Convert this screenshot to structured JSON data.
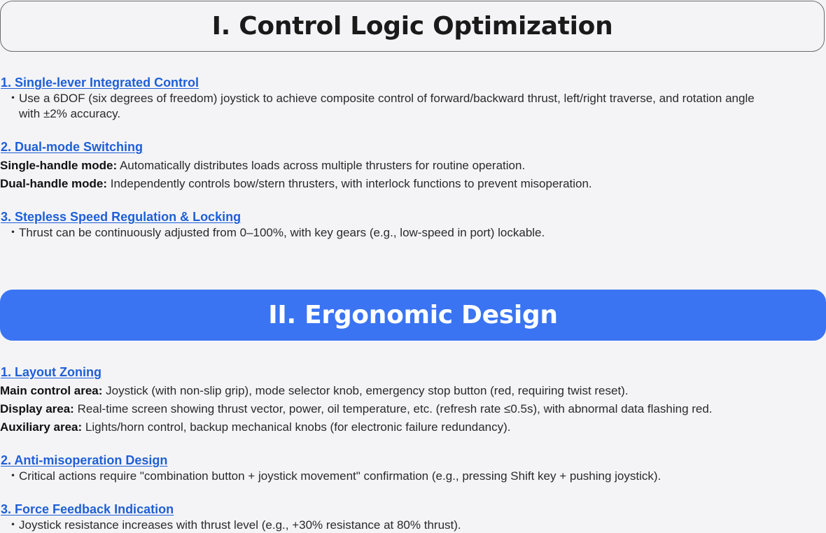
{
  "section1": {
    "title": "I. Control Logic Optimization",
    "items": [
      {
        "heading": "1. Single-lever Integrated Control",
        "bullet": "・",
        "text": "Use a 6DOF (six degrees of freedom) joystick to achieve composite control of forward/backward thrust, left/right traverse, and rotation angle with ±2% accuracy."
      },
      {
        "heading": "2. Dual-mode Switching",
        "lines": [
          {
            "label": "Single-handle mode:",
            "text": " Automatically distributes loads across multiple thrusters for routine operation."
          },
          {
            "label": "Dual-handle mode:",
            "text": " Independently controls bow/stern thrusters, with interlock functions to prevent misoperation."
          }
        ]
      },
      {
        "heading": "3. Stepless Speed Regulation & Locking",
        "bullet": "・",
        "text": "Thrust can be continuously adjusted from 0–100%, with key gears (e.g., low-speed in port) lockable."
      }
    ]
  },
  "section2": {
    "title": "II. Ergonomic Design",
    "items": [
      {
        "heading": "1. Layout Zoning",
        "lines": [
          {
            "label": "Main control area:",
            "text": " Joystick (with non-slip grip), mode selector knob, emergency stop button (red, requiring twist reset)."
          },
          {
            "label": "Display area:",
            "text": " Real-time screen showing thrust vector, power, oil temperature, etc. (refresh rate ≤0.5s), with abnormal data flashing red."
          },
          {
            "label": "Auxiliary area:",
            "text": " Lights/horn control, backup mechanical knobs (for electronic failure redundancy)."
          }
        ]
      },
      {
        "heading": "2. Anti-misoperation Design",
        "bullet": "・",
        "text": "Critical actions require \"combination button + joystick movement\" confirmation (e.g., pressing Shift key + pushing joystick)."
      },
      {
        "heading": "3. Force Feedback Indication",
        "bullet": "・",
        "text": "Joystick resistance increases with thrust level (e.g., +30% resistance at 80% thrust)."
      }
    ]
  }
}
